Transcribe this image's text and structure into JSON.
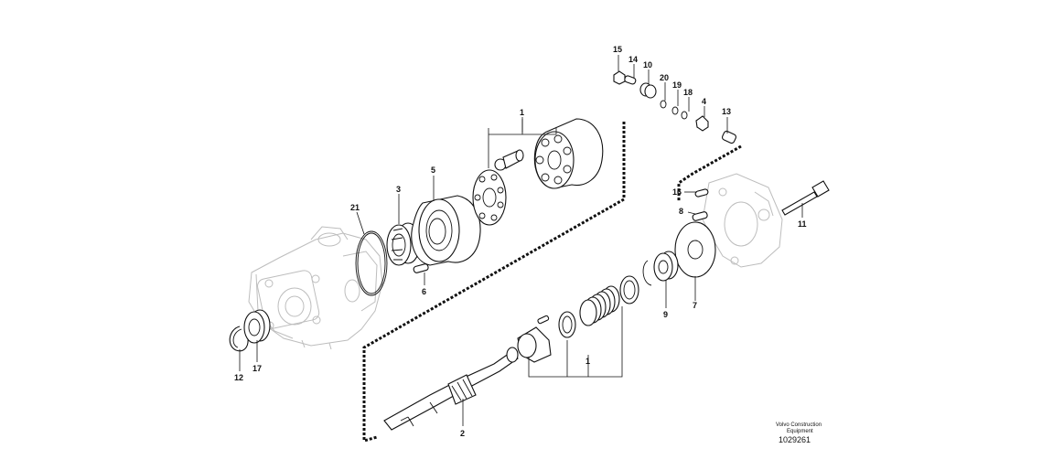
{
  "diagram": {
    "callouts": {
      "c15": "15",
      "c14": "14",
      "c10": "10",
      "c20": "20",
      "c19": "19",
      "c18": "18",
      "c4": "4",
      "c13": "13",
      "c1_top": "1",
      "c5": "5",
      "c3": "3",
      "c21": "21",
      "c6": "6",
      "c16": "16",
      "c8": "8",
      "c11": "11",
      "c9": "9",
      "c7": "7",
      "c1_bottom": "1",
      "c12": "12",
      "c17": "17",
      "c2": "2"
    },
    "footer": {
      "brand_line1": "Volvo Construction",
      "brand_line2": "Equipment",
      "drawing_number": "1029261"
    }
  }
}
